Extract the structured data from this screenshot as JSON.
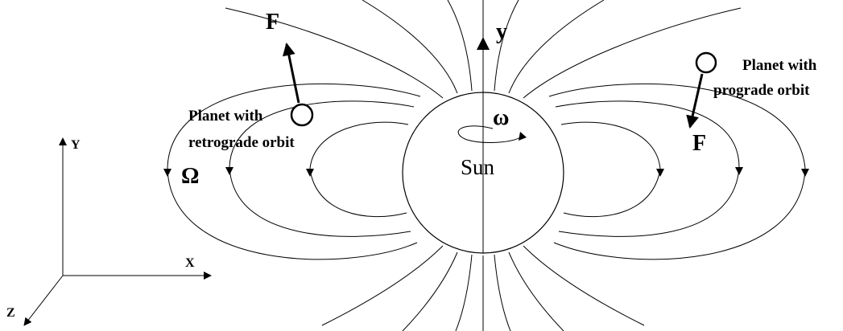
{
  "labels": {
    "force_left": "F",
    "force_right": "F",
    "y_axis_sun": "y",
    "omega_lower": "ω",
    "omega_upper": "Ω",
    "sun": "Sun",
    "retro_line1": "Planet with",
    "retro_line2": "retrograde orbit",
    "pro_line1": "Planet with",
    "pro_line2": "prograde orbit",
    "frame_y": "Y",
    "frame_x": "X",
    "frame_z": "Z"
  }
}
